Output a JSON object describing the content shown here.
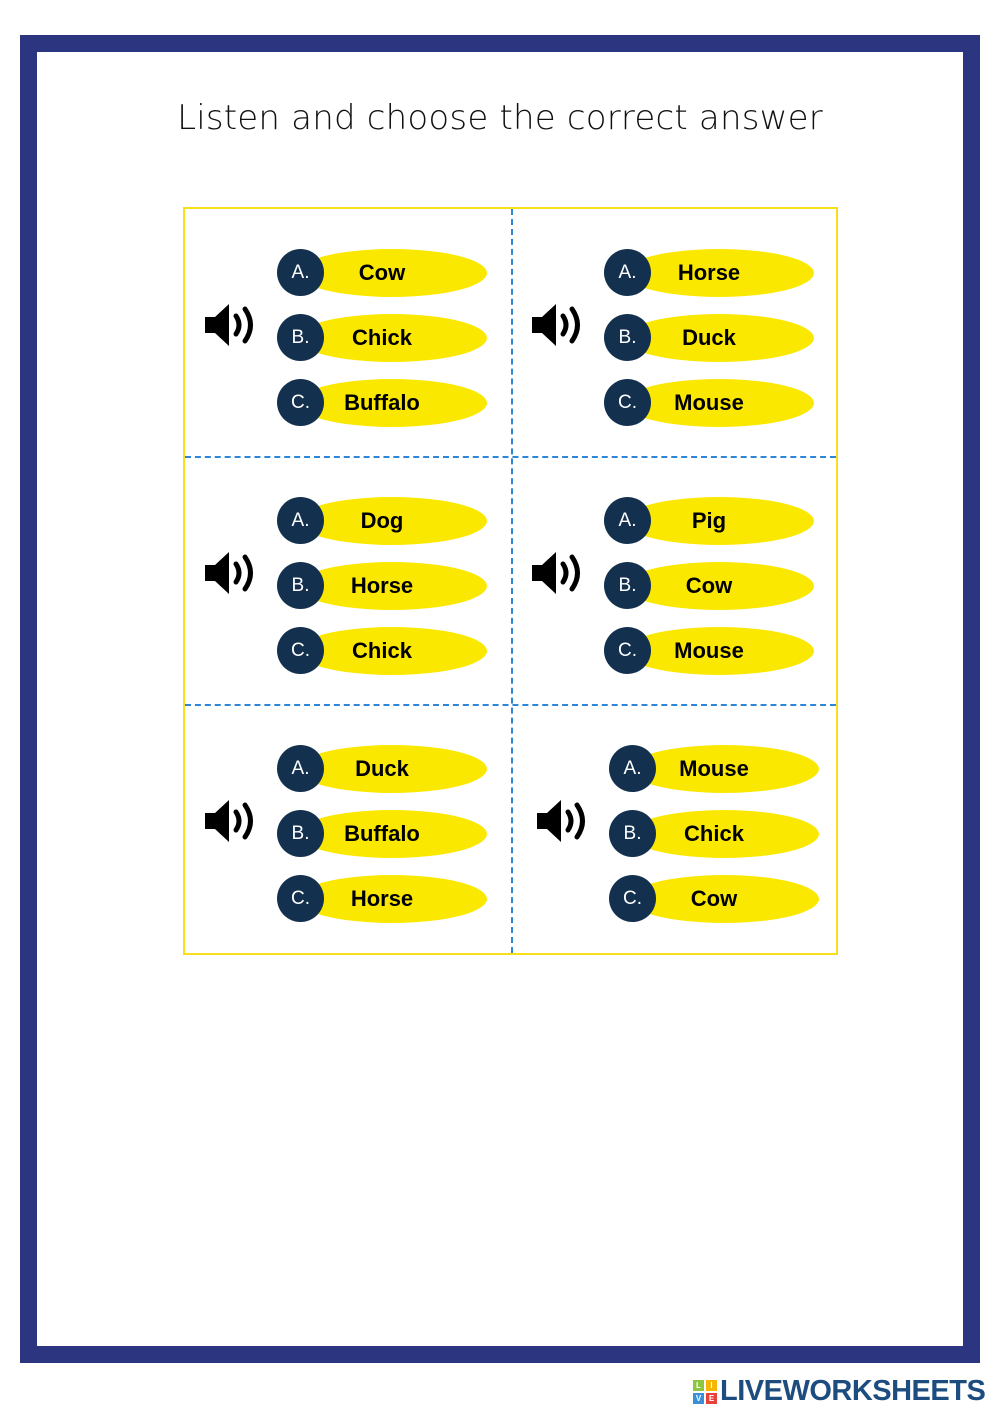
{
  "title": "Listen and choose the correct answer",
  "questions": [
    {
      "options": [
        {
          "letter": "A.",
          "word": "Cow"
        },
        {
          "letter": "B.",
          "word": "Chick"
        },
        {
          "letter": "C.",
          "word": "Buffalo"
        }
      ]
    },
    {
      "options": [
        {
          "letter": "A.",
          "word": "Horse"
        },
        {
          "letter": "B.",
          "word": "Duck"
        },
        {
          "letter": "C.",
          "word": "Mouse"
        }
      ]
    },
    {
      "options": [
        {
          "letter": "A.",
          "word": "Dog"
        },
        {
          "letter": "B.",
          "word": "Horse"
        },
        {
          "letter": "C.",
          "word": "Chick"
        }
      ]
    },
    {
      "options": [
        {
          "letter": "A.",
          "word": "Pig"
        },
        {
          "letter": "B.",
          "word": "Cow"
        },
        {
          "letter": "C.",
          "word": "Mouse"
        }
      ]
    },
    {
      "options": [
        {
          "letter": "A.",
          "word": "Duck"
        },
        {
          "letter": "B.",
          "word": "Buffalo"
        },
        {
          "letter": "C.",
          "word": "Horse"
        }
      ]
    },
    {
      "options": [
        {
          "letter": "A.",
          "word": "Mouse"
        },
        {
          "letter": "B.",
          "word": "Chick"
        },
        {
          "letter": "C.",
          "word": "Cow"
        }
      ]
    }
  ],
  "footer": {
    "logo_text": "LIVEWORKSHEETS",
    "logo_blocks": [
      "L",
      "I",
      "V",
      "E"
    ]
  },
  "colors": {
    "frame": "#2b3580",
    "pill": "#fbe800",
    "circle": "#13304f",
    "divider": "#2d86d6"
  }
}
